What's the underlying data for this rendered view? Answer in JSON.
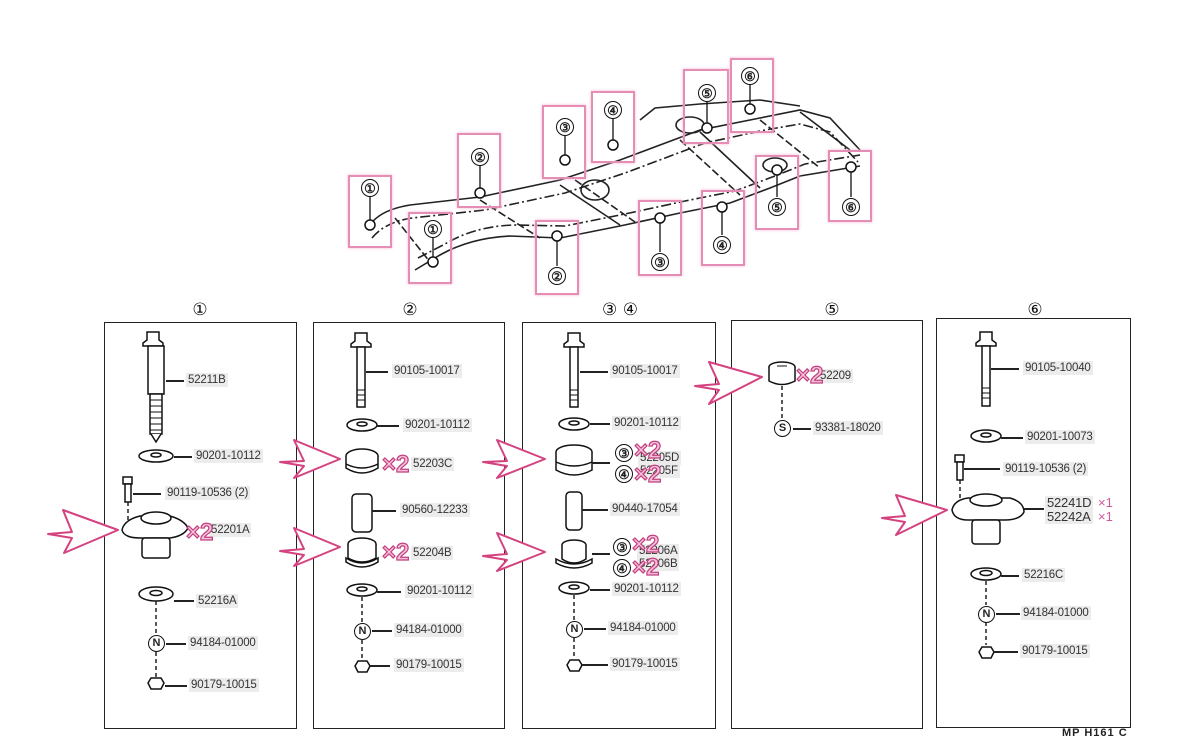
{
  "frame_diagram": {
    "callouts_upper": [
      "①",
      "②",
      "③",
      "④",
      "⑤",
      "⑥"
    ],
    "callouts_lower": [
      "①",
      "②",
      "③",
      "④",
      "⑤",
      "⑥"
    ]
  },
  "highlight_color": "#e58db5",
  "panels": [
    {
      "title": "①",
      "parts": [
        {
          "part_no": "52211B",
          "qty_mark": ""
        },
        {
          "part_no": "90201-10112",
          "qty_mark": ""
        },
        {
          "part_no": "90119-10536 (2)",
          "qty_mark": ""
        },
        {
          "part_no": "52201A",
          "qty_mark": "×2"
        },
        {
          "part_no": "52216A",
          "qty_mark": ""
        },
        {
          "part_no": "94184-01000",
          "symbol": "N",
          "qty_mark": ""
        },
        {
          "part_no": "90179-10015",
          "qty_mark": ""
        }
      ]
    },
    {
      "title": "②",
      "parts": [
        {
          "part_no": "90105-10017",
          "qty_mark": ""
        },
        {
          "part_no": "90201-10112",
          "qty_mark": ""
        },
        {
          "part_no": "52203C",
          "qty_mark": "×2"
        },
        {
          "part_no": "90560-12233",
          "qty_mark": ""
        },
        {
          "part_no": "52204B",
          "qty_mark": "×2"
        },
        {
          "part_no": "90201-10112",
          "qty_mark": ""
        },
        {
          "part_no": "94184-01000",
          "symbol": "N",
          "qty_mark": ""
        },
        {
          "part_no": "90179-10015",
          "qty_mark": ""
        }
      ]
    },
    {
      "title": "③ ④",
      "parts": [
        {
          "part_no": "90105-10017",
          "qty_mark": ""
        },
        {
          "part_no": "90201-10112",
          "qty_mark": ""
        },
        {
          "part_no": "52205D",
          "position": "③",
          "qty_mark": "×2"
        },
        {
          "part_no": "52205F",
          "position": "④",
          "qty_mark": "×2"
        },
        {
          "part_no": "90440-17054",
          "qty_mark": ""
        },
        {
          "part_no": "52206A",
          "position": "③",
          "qty_mark": "×2"
        },
        {
          "part_no": "52206B",
          "position": "④",
          "qty_mark": "×2"
        },
        {
          "part_no": "90201-10112",
          "qty_mark": ""
        },
        {
          "part_no": "94184-01000",
          "symbol": "N",
          "qty_mark": ""
        },
        {
          "part_no": "90179-10015",
          "qty_mark": ""
        }
      ]
    },
    {
      "title": "⑤",
      "parts": [
        {
          "part_no": "52209",
          "qty_mark": "×2"
        },
        {
          "part_no": "93381-18020",
          "symbol": "S",
          "qty_mark": ""
        }
      ]
    },
    {
      "title": "⑥",
      "parts": [
        {
          "part_no": "90105-10040",
          "qty_mark": ""
        },
        {
          "part_no": "90201-10073",
          "qty_mark": ""
        },
        {
          "part_no": "90119-10536 (2)",
          "qty_mark": ""
        },
        {
          "part_no": "52241D",
          "qty_mark": "×1"
        },
        {
          "part_no": "52242A",
          "qty_mark": "×1"
        },
        {
          "part_no": "52216C",
          "qty_mark": ""
        },
        {
          "part_no": "94184-01000",
          "symbol": "N",
          "qty_mark": ""
        },
        {
          "part_no": "90179-10015",
          "qty_mark": ""
        }
      ]
    }
  ],
  "footer_code": "MP  H161 C"
}
